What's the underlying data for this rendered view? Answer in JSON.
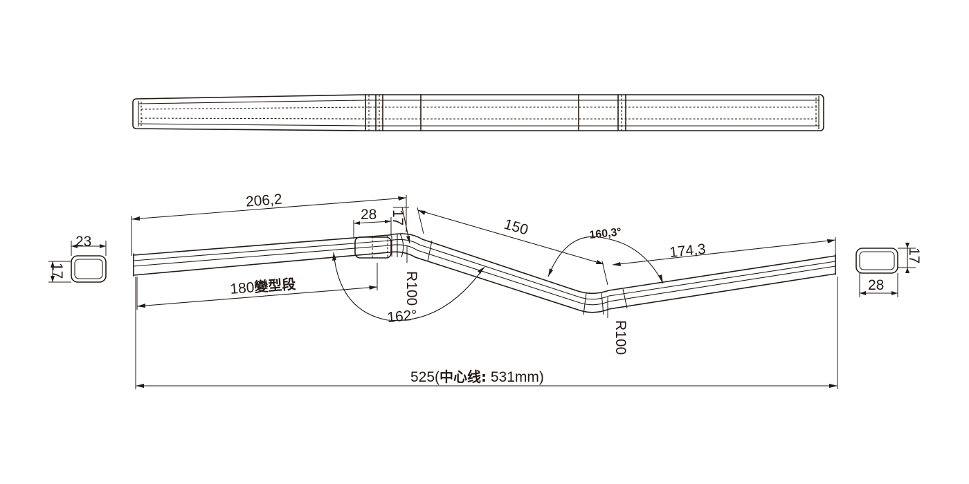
{
  "dimensions": {
    "main_length": "206,2",
    "clamp_width": "28",
    "clamp_height": "17",
    "rise_length": "150",
    "rise_angle": "160,3°",
    "grip_length": "174,3",
    "flat_section": "180",
    "flat_section_suffix": "變型段",
    "bend_radius_left": "R100",
    "bend_angle_left": "162°",
    "bend_radius_right": "R100",
    "overall_width": "525(",
    "overall_centerline_label": "中心线:",
    "overall_centerline_value": " 531mm)"
  },
  "sections": {
    "left_width": "23",
    "left_height": "17",
    "right_width": "28",
    "right_height": "17"
  }
}
